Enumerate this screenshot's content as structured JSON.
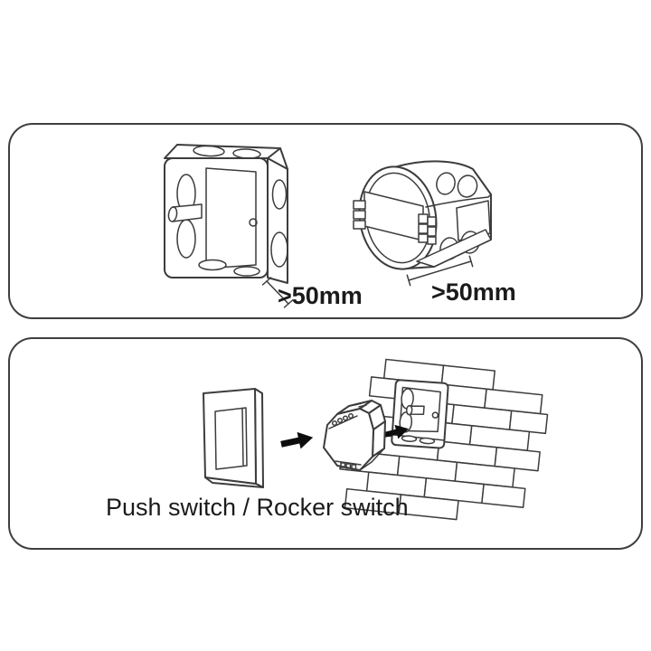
{
  "colors": {
    "background": "#ffffff",
    "line": "#3c3c3c",
    "panel_border": "#3f3f3f",
    "arrow_fill": "#0d0d0d",
    "text": "#1b1b1b"
  },
  "top_panel": {
    "square_box": {
      "dimension_label": ">50mm"
    },
    "round_box": {
      "dimension_label": ">50mm"
    }
  },
  "bottom_panel": {
    "caption": "Push switch / Rocker switch"
  }
}
